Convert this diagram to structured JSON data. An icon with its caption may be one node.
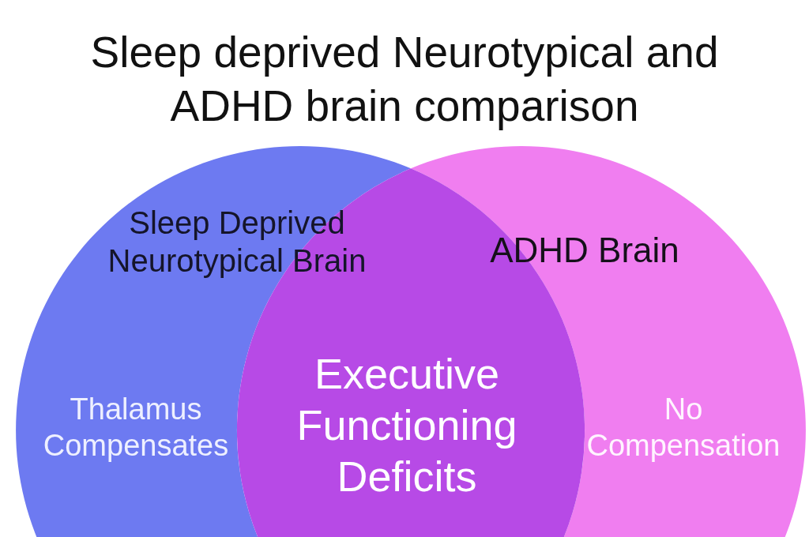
{
  "diagram": {
    "title": "Sleep deprived Neurotypical and ADHD brain comparison",
    "nodes": [
      {
        "text": [
          "Sleep Deprived Neurotypical Brain",
          "Thalamus Compensates"
        ]
      },
      {
        "text": [
          "ADHD Brain",
          "No Compensation"
        ]
      },
      {
        "text": [
          "Executive Functioning Deficits"
        ]
      }
    ]
  }
}
